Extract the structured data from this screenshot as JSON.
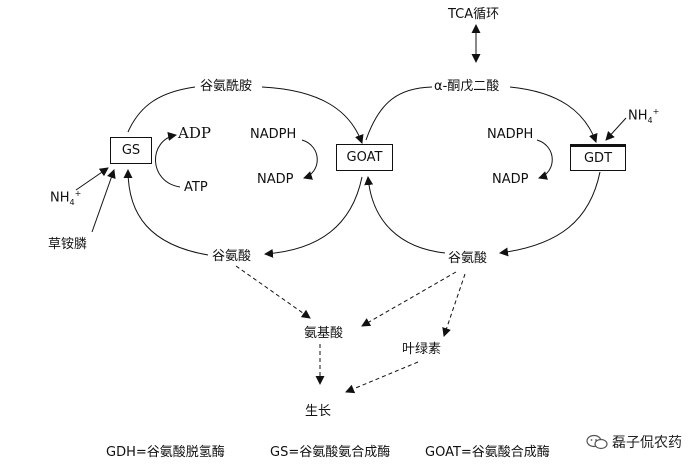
{
  "nodes": {
    "tca_cycle": "TCA循环",
    "glutamine": "谷氨酰胺",
    "alpha_kg": "α-酮戊二酸",
    "glutamate_left": "谷氨酸",
    "glutamate_right": "谷氨酸",
    "amino_acids": "氨基酸",
    "folate": "叶绿素",
    "growth": "生长",
    "glufosinate": "草铵膦",
    "adp": "ADP",
    "atp": "ATP",
    "nadph_left": "NADPH",
    "nadp_left": "NADP",
    "nadph_right": "NADPH",
    "nadp_right": "NADP",
    "nh4_left": "NH",
    "nh4_right": "NH",
    "nh4_sub": "4",
    "nh4_sup": "+"
  },
  "enzymes": {
    "gs": "GS",
    "goat": "GOAT",
    "gdt": "GDT"
  },
  "legend": {
    "gdh": "GDH=谷氨酸脱氢酶",
    "gs": "GS=谷氨酸氨合成酶",
    "goat": "GOAT=谷氨酸合成酶"
  },
  "watermark": {
    "text": "磊子侃农药"
  }
}
